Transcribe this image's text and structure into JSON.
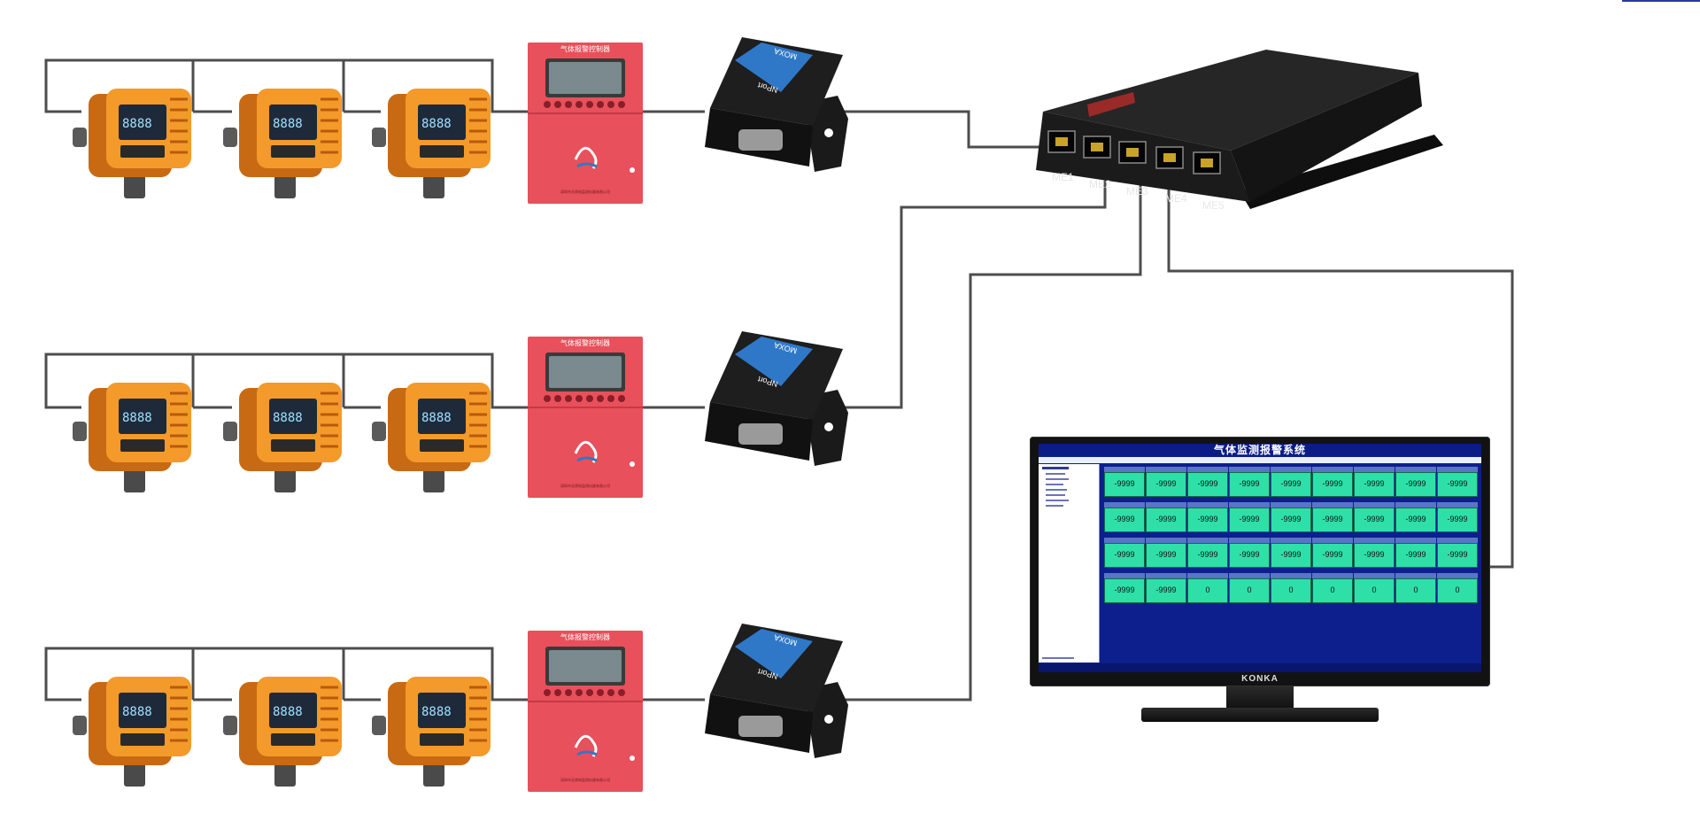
{
  "diagram": {
    "colors": {
      "wire": "#4d4d4d",
      "detector_orange": "#f39a2a",
      "controller_red": "#e8505c",
      "converter_blue": "#2f78c8",
      "switch_body": "#1b1b1b",
      "monitor_screen": "#0c1f8c",
      "tile_green": "#2ee0a8"
    },
    "detector": {
      "display_value": "8888"
    },
    "controller": {
      "header_text": "气体报警控制器",
      "footer_text": "深圳市无线电监测仪器有限公司"
    },
    "converter": {
      "brand_text": "MOXA",
      "model_text": "NPort"
    },
    "switch": {
      "port_labels": [
        "ME1",
        "ME2",
        "ME3",
        "ME4",
        "ME5"
      ]
    },
    "monitor": {
      "system_title": "气体监测报警系统",
      "brand_text": "KONKA",
      "tile_values": [
        "-9999",
        "-9999",
        "-9999",
        "-9999",
        "-9999",
        "-9999",
        "-9999",
        "-9999",
        "-9999",
        "-9999",
        "-9999",
        "-9999",
        "-9999",
        "-9999",
        "-9999",
        "-9999",
        "-9999",
        "-9999",
        "-9999",
        "-9999",
        "-9999",
        "-9999",
        "-9999",
        "-9999",
        "-9999",
        "-9999",
        "-9999",
        "-9999",
        "-9999",
        "0",
        "0",
        "0",
        "0",
        "0",
        "0",
        "0"
      ]
    }
  }
}
